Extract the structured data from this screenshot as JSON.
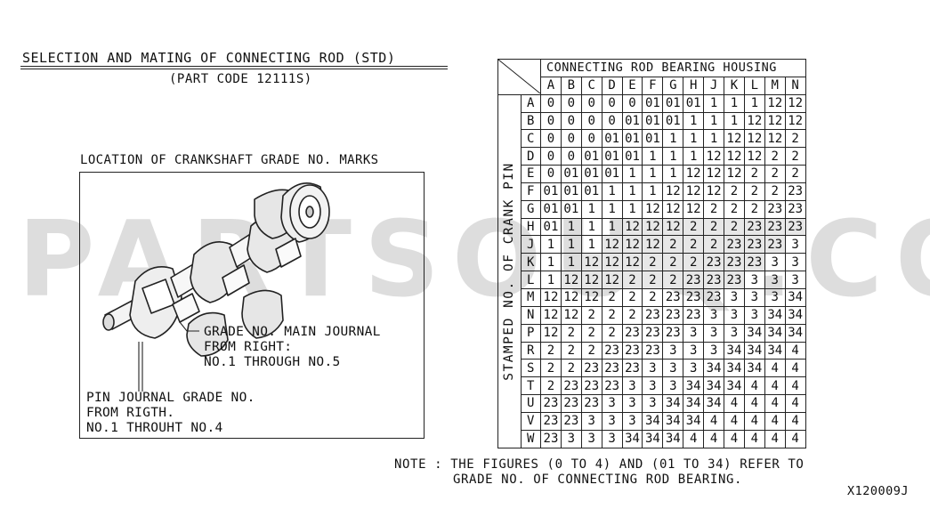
{
  "header": {
    "title": "SELECTION AND MATING OF CONNECTING ROD (STD)",
    "part_code": "(PART CODE 12111S)"
  },
  "illustration": {
    "caption": "LOCATION OF CRANKSHAFT GRADE NO. MARKS",
    "callout_main": [
      "GRADE NO. MAIN JOURNAL",
      "FROM RIGHT:",
      "NO.1 THROUGH NO.5"
    ],
    "callout_pin": [
      "PIN JOURNAL GRADE NO.",
      "FROM RIGTH.",
      "NO.1 THROUHT NO.4"
    ]
  },
  "table": {
    "column_title": "CONNECTING ROD BEARING HOUSING",
    "row_title": "STAMPED NO. OF CRANK PIN",
    "columns": [
      "A",
      "B",
      "C",
      "D",
      "E",
      "F",
      "G",
      "H",
      "J",
      "K",
      "L",
      "M",
      "N"
    ],
    "rows": [
      {
        "label": "A",
        "cells": [
          "0",
          "0",
          "0",
          "0",
          "0",
          "01",
          "01",
          "01",
          "1",
          "1",
          "1",
          "12",
          "12"
        ]
      },
      {
        "label": "B",
        "cells": [
          "0",
          "0",
          "0",
          "0",
          "01",
          "01",
          "01",
          "1",
          "1",
          "1",
          "12",
          "12",
          "12"
        ]
      },
      {
        "label": "C",
        "cells": [
          "0",
          "0",
          "0",
          "01",
          "01",
          "01",
          "1",
          "1",
          "1",
          "12",
          "12",
          "12",
          "2"
        ]
      },
      {
        "label": "D",
        "cells": [
          "0",
          "0",
          "01",
          "01",
          "01",
          "1",
          "1",
          "1",
          "12",
          "12",
          "12",
          "2",
          "2"
        ]
      },
      {
        "label": "E",
        "cells": [
          "0",
          "01",
          "01",
          "01",
          "1",
          "1",
          "1",
          "12",
          "12",
          "12",
          "2",
          "2",
          "2"
        ]
      },
      {
        "label": "F",
        "cells": [
          "01",
          "01",
          "01",
          "1",
          "1",
          "1",
          "12",
          "12",
          "12",
          "2",
          "2",
          "2",
          "23"
        ]
      },
      {
        "label": "G",
        "cells": [
          "01",
          "01",
          "1",
          "1",
          "1",
          "12",
          "12",
          "12",
          "2",
          "2",
          "2",
          "23",
          "23"
        ]
      },
      {
        "label": "H",
        "cells": [
          "01",
          "1",
          "1",
          "1",
          "12",
          "12",
          "12",
          "2",
          "2",
          "2",
          "23",
          "23",
          "23"
        ]
      },
      {
        "label": "J",
        "cells": [
          "1",
          "1",
          "1",
          "12",
          "12",
          "12",
          "2",
          "2",
          "2",
          "23",
          "23",
          "23",
          "3"
        ]
      },
      {
        "label": "K",
        "cells": [
          "1",
          "1",
          "12",
          "12",
          "12",
          "2",
          "2",
          "2",
          "23",
          "23",
          "23",
          "3",
          "3"
        ]
      },
      {
        "label": "L",
        "cells": [
          "1",
          "12",
          "12",
          "12",
          "2",
          "2",
          "2",
          "23",
          "23",
          "23",
          "3",
          "3",
          "3"
        ]
      },
      {
        "label": "M",
        "cells": [
          "12",
          "12",
          "12",
          "2",
          "2",
          "2",
          "23",
          "23",
          "23",
          "3",
          "3",
          "3",
          "34"
        ]
      },
      {
        "label": "N",
        "cells": [
          "12",
          "12",
          "2",
          "2",
          "2",
          "23",
          "23",
          "23",
          "3",
          "3",
          "3",
          "34",
          "34"
        ]
      },
      {
        "label": "P",
        "cells": [
          "12",
          "2",
          "2",
          "2",
          "23",
          "23",
          "23",
          "3",
          "3",
          "3",
          "34",
          "34",
          "34"
        ]
      },
      {
        "label": "R",
        "cells": [
          "2",
          "2",
          "2",
          "23",
          "23",
          "23",
          "3",
          "3",
          "3",
          "34",
          "34",
          "34",
          "4"
        ]
      },
      {
        "label": "S",
        "cells": [
          "2",
          "2",
          "23",
          "23",
          "23",
          "3",
          "3",
          "3",
          "34",
          "34",
          "34",
          "4",
          "4"
        ]
      },
      {
        "label": "T",
        "cells": [
          "2",
          "23",
          "23",
          "23",
          "3",
          "3",
          "3",
          "34",
          "34",
          "34",
          "4",
          "4",
          "4"
        ]
      },
      {
        "label": "U",
        "cells": [
          "23",
          "23",
          "23",
          "3",
          "3",
          "3",
          "34",
          "34",
          "34",
          "4",
          "4",
          "4",
          "4"
        ]
      },
      {
        "label": "V",
        "cells": [
          "23",
          "23",
          "3",
          "3",
          "3",
          "34",
          "34",
          "34",
          "4",
          "4",
          "4",
          "4",
          "4"
        ]
      },
      {
        "label": "W",
        "cells": [
          "23",
          "3",
          "3",
          "3",
          "34",
          "34",
          "34",
          "4",
          "4",
          "4",
          "4",
          "4",
          "4"
        ]
      }
    ]
  },
  "note": {
    "line1": "NOTE : THE FIGURES (0 TO 4) AND (01 TO 34) REFER TO",
    "line2": "GRADE NO. OF CONNECTING ROD BEARING."
  },
  "diagram_code": "X120009J",
  "watermark": "PARTSOUQ.COM"
}
